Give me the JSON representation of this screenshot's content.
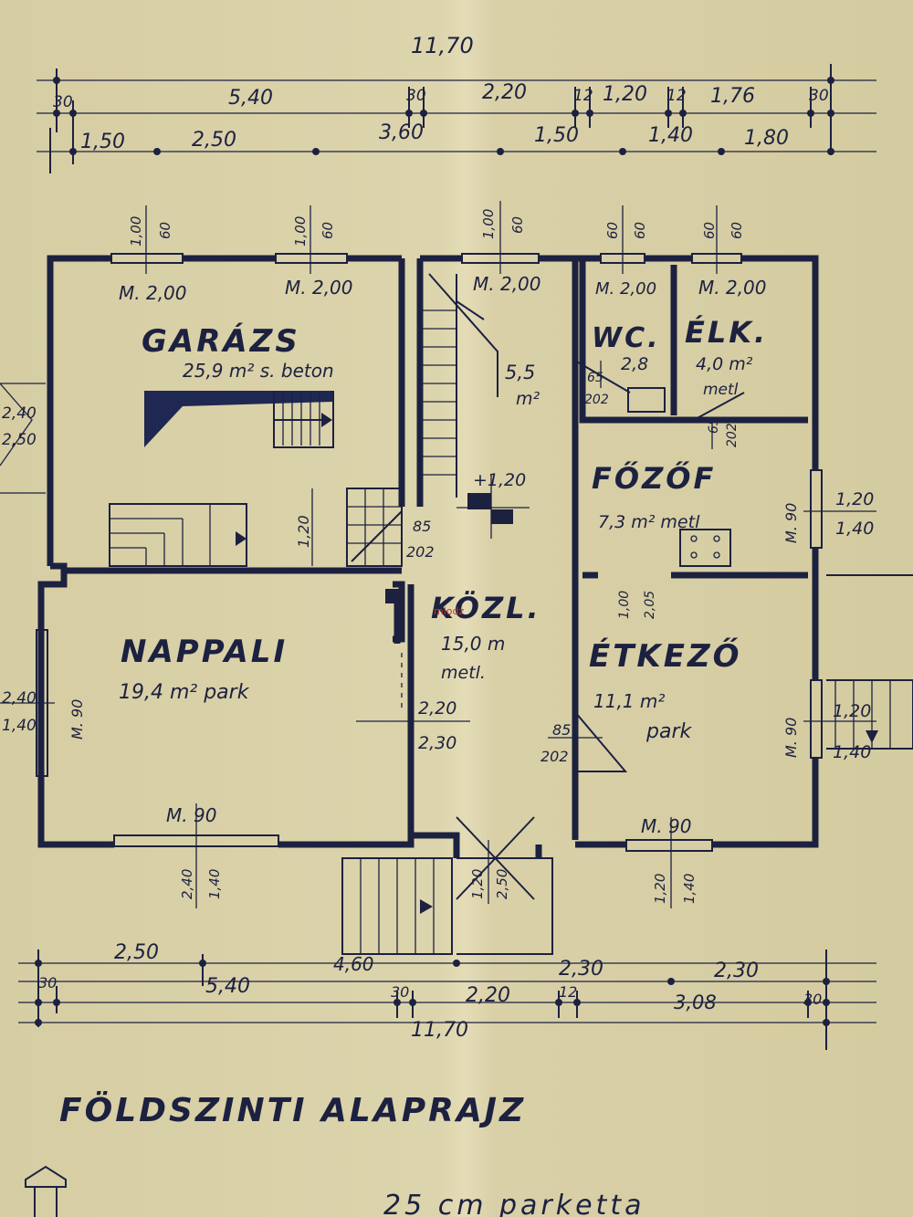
{
  "title": "FÖLDSZINTI ALAPRAJZ",
  "bottom_note": "25 cm parketta",
  "dimensions_top": {
    "total": "11,70",
    "row1": [
      "30",
      "5,40",
      "30",
      "2,20",
      "12",
      "1,20",
      "12",
      "1,76",
      "30"
    ],
    "row2": [
      "1,50",
      "2,50",
      "3,60",
      "1,50",
      "1,40",
      "1,80"
    ]
  },
  "dimensions_bottom": {
    "row1": [
      "2,50",
      "4,60",
      "2,30",
      "2,30"
    ],
    "row2": [
      "30",
      "5,40",
      "30",
      "2,20",
      "12",
      "3,08",
      "30"
    ],
    "total": "11,70"
  },
  "rooms": {
    "garage": {
      "name": "GARÁZS",
      "area": "25,9 m² s. beton"
    },
    "stair_hall": {
      "area": "5,5",
      "unit": "m²"
    },
    "wc": {
      "name": "WC.",
      "area": "2,8"
    },
    "pantry": {
      "name": "ÉLK.",
      "area": "4,0 m²",
      "floor": "metl"
    },
    "kitchen": {
      "name": "FŐZŐF",
      "area": "7,3 m² metl"
    },
    "living": {
      "name": "NAPPALI",
      "area": "19,4 m² park"
    },
    "hall": {
      "name": "KÖZL.",
      "area": "15,0 m",
      "floor": "metl."
    },
    "dining": {
      "name": "ÉTKEZŐ",
      "area": "11,1 m²",
      "floor": "park"
    }
  },
  "window_labels": {
    "garage_top_left": [
      "1,00",
      "60",
      "M. 2,00"
    ],
    "garage_top_right": [
      "1,00",
      "60",
      "M. 2,00"
    ],
    "stair_top": [
      "1,00",
      "60",
      "M. 2,00"
    ],
    "wc_top": [
      "60",
      "60",
      "M. 2,00"
    ],
    "pantry_top": [
      "60",
      "60",
      "M. 2,00"
    ],
    "garage_left": [
      "2,40",
      "2,50"
    ],
    "living_left": [
      "2,40",
      "1,40",
      "M. 90"
    ],
    "living_bottom": [
      "M. 90",
      "2,40",
      "1,40"
    ],
    "dining_bottom": [
      "M. 90",
      "1,20",
      "1,40"
    ],
    "kitchen_right": [
      "M. 90",
      "1,20",
      "1,40"
    ],
    "dining_right": [
      "M. 90",
      "1,20",
      "1,40"
    ],
    "entry": [
      "1,20",
      "2,50"
    ]
  },
  "door_labels": {
    "stair_elev": "+1,20",
    "stair_height": "1,20",
    "door_85_202_a": [
      "85",
      "202"
    ],
    "door_85_202_b": [
      "85",
      "202"
    ],
    "door_65_202_wc": [
      "65",
      "202"
    ],
    "door_65_202_elk": [
      "65",
      "202"
    ],
    "kitchen_door": [
      "1,00",
      "2,05"
    ],
    "hall_opening": [
      "2,20",
      "2,30"
    ]
  },
  "watermark": "mlodz"
}
